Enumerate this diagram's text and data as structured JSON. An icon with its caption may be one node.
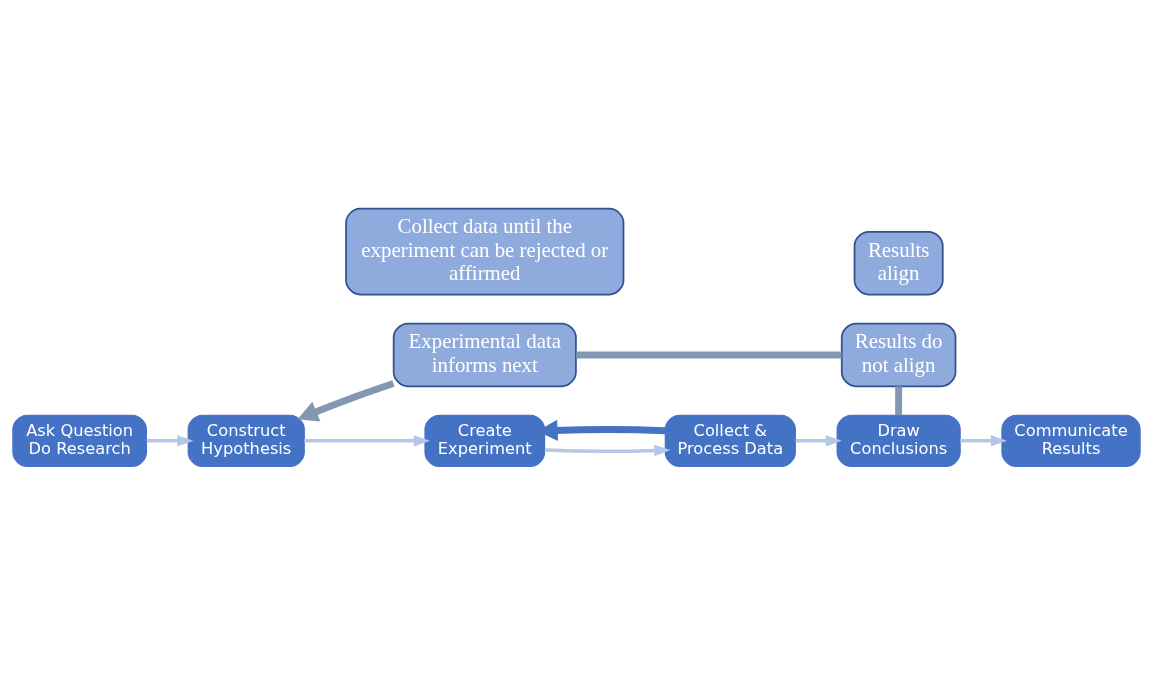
{
  "diagram": {
    "nodes": [
      {
        "text": [
          "Ask Question Do Research"
        ]
      },
      {
        "text": [
          "Construct Hypothesis"
        ]
      },
      {
        "text": [
          "Create Experiment"
        ]
      },
      {
        "text": [
          "Collect & Process Data"
        ]
      },
      {
        "text": [
          "Draw Conclusions"
        ]
      },
      {
        "text": [
          "Communicate Results"
        ]
      },
      {
        "text": [
          "Experimental data informs next"
        ]
      },
      {
        "text": [
          "Results do not align"
        ]
      },
      {
        "text": [
          "Collect data until the experiment can be rejected or affirmed"
        ]
      },
      {
        "text": [
          "Results align"
        ]
      }
    ],
    "edges": [
      {
        "from": 0,
        "to": 1,
        "arrow": "to",
        "color": "#b4c7e7"
      },
      {
        "from": 1,
        "to": 2,
        "arrow": "to",
        "color": "#b4c7e7"
      },
      {
        "from": 2,
        "to": 3,
        "arrow": "to",
        "color": "#b4c7e7"
      },
      {
        "from": 3,
        "to": 4,
        "arrow": "to",
        "color": "#b4c7e7"
      },
      {
        "from": 4,
        "to": 5,
        "arrow": "to",
        "color": "#b4c7e7"
      },
      {
        "from": 4,
        "to": 7,
        "arrow": "none",
        "style": "thick",
        "color": "#8497b0"
      },
      {
        "from": 7,
        "to": 6,
        "arrow": "none",
        "style": "thick",
        "color": "#8497b0"
      },
      {
        "from": 6,
        "to": 1,
        "arrow": "to",
        "style": "thick",
        "color": "#8497b0"
      },
      {
        "from": 3,
        "to": 2,
        "arrow": "to",
        "style": "thick",
        "color": "#4472c4"
      }
    ]
  }
}
